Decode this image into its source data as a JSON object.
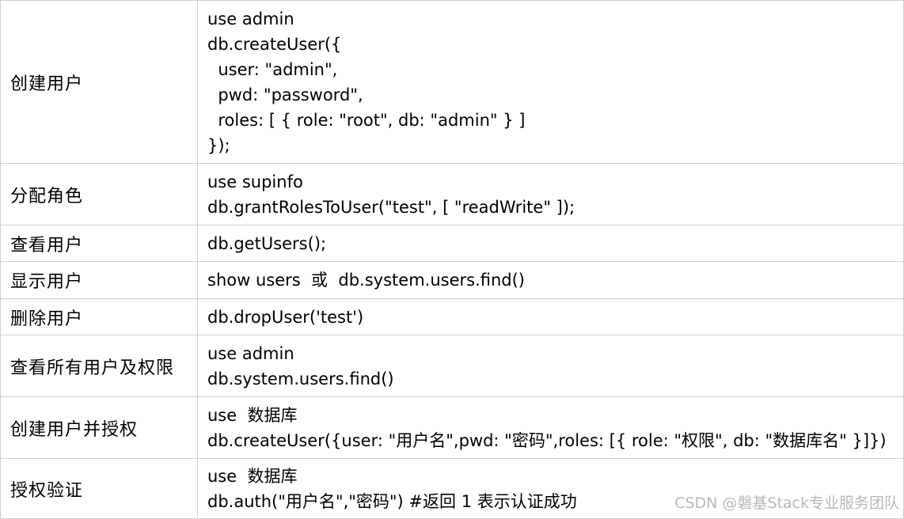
{
  "rows": [
    {
      "op": "创建用户",
      "lines": [
        "use admin",
        "db.createUser({",
        "  user: \"admin\",",
        "  pwd: \"password\",",
        "  roles: [ { role: \"root\", db: \"admin\" } ]",
        "});"
      ]
    },
    {
      "op": "分配角色",
      "lines": [
        "use supinfo",
        "db.grantRolesToUser(\"test\", [ \"readWrite\" ]);"
      ]
    },
    {
      "op": "查看用户",
      "lines": [
        "db.getUsers();"
      ]
    },
    {
      "op": "显示用户",
      "lines": [
        "show users  或  db.system.users.find()"
      ]
    },
    {
      "op": "删除用户",
      "lines": [
        "db.dropUser('test')"
      ]
    },
    {
      "op": "查看所有用户及权限",
      "lines": [
        "use admin",
        "db.system.users.find()"
      ]
    },
    {
      "op": "创建用户并授权",
      "lines": [
        "use  数据库",
        "db.createUser({user: \"用户名\",pwd: \"密码\",roles: [{ role: \"权限\", db: \"数据库名\" }]})"
      ]
    },
    {
      "op": "授权验证",
      "lines": [
        "use  数据库",
        "db.auth(\"用户名\",\"密码\") #返回 1 表示认证成功"
      ]
    }
  ],
  "watermark": "CSDN @磐基Stack专业服务团队"
}
